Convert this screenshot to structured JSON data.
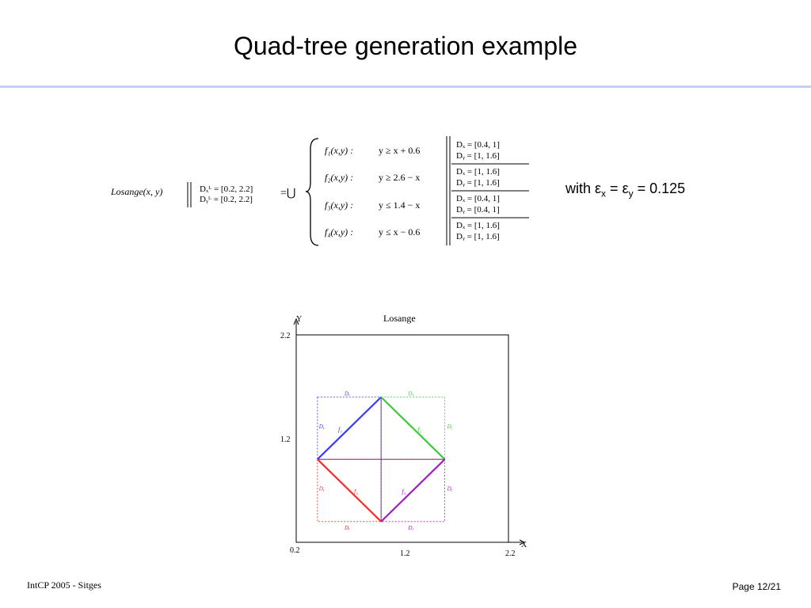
{
  "slide": {
    "title": "Quad-tree generation example",
    "footer_left": "IntCP 2005 - Sitges",
    "footer_right": "Page 12/21"
  },
  "formula": {
    "lhs": "Losange(x, y)",
    "domain_lines": [
      "Dₓᴸ = [0.2, 2.2]",
      "Dᵧᴸ = [0.2, 2.2]"
    ],
    "equals_union": "=⋃",
    "constraints": [
      {
        "name": "f₁(x,y) :",
        "expr": "y ≥ x + 0.6",
        "dx": "Dₓ = [0.4, 1]",
        "dy": "Dᵧ = [1, 1.6]"
      },
      {
        "name": "f₂(x,y) :",
        "expr": "y ≥ 2.6 − x",
        "dx": "Dₓ = [1, 1.6]",
        "dy": "Dᵧ = [1, 1.6]"
      },
      {
        "name": "f₃(x,y) :",
        "expr": "y ≤ 1.4 − x",
        "dx": "Dₓ = [0.4, 1]",
        "dy": "Dᵧ = [0.4, 1]"
      },
      {
        "name": "f₄(x,y) :",
        "expr": "y ≤ x − 0.6",
        "dx": "Dₓ = [1, 1.6]",
        "dy": "Dᵧ = [1, 1.6]"
      }
    ]
  },
  "epsilon": {
    "prefix": "with ",
    "eps": "ε",
    "sub_x": "x",
    "sub_y": "y",
    "eq": " = ",
    "value": " = 0.125"
  },
  "chart_data": {
    "type": "diagram",
    "title": "Losange",
    "xlabel": "X",
    "ylabel": "Y",
    "xlim": [
      0.2,
      2.2
    ],
    "ylim": [
      0.2,
      2.2
    ],
    "xticks": [
      "0.2",
      "1.2",
      "2.2"
    ],
    "yticks": [
      "1.2",
      "2.2"
    ],
    "center": [
      1.2,
      1.2
    ],
    "segments": [
      {
        "name": "f₁",
        "color": "#3b3bff",
        "from": [
          0.4,
          1.0
        ],
        "to": [
          1.0,
          1.6
        ]
      },
      {
        "name": "f₂",
        "color": "#3ec93e",
        "from": [
          1.0,
          1.6
        ],
        "to": [
          1.6,
          1.0
        ]
      },
      {
        "name": "f₃",
        "color": "#a020c0",
        "from": [
          1.0,
          0.4
        ],
        "to": [
          1.6,
          1.0
        ]
      },
      {
        "name": "f₄",
        "color": "#ff2a2a",
        "from": [
          0.4,
          1.0
        ],
        "to": [
          1.0,
          0.4
        ]
      }
    ],
    "boxes": [
      {
        "color": "#3b3bff",
        "x": [
          0.4,
          1.0
        ],
        "y": [
          1.0,
          1.6
        ],
        "dx_label": "Dₓ",
        "dy_label": "Dᵧ"
      },
      {
        "color": "#3ec93e",
        "x": [
          1.0,
          1.6
        ],
        "y": [
          1.0,
          1.6
        ],
        "dx_label": "Dₓ",
        "dy_label": "Dᵧ"
      },
      {
        "color": "#a020c0",
        "x": [
          1.0,
          1.6
        ],
        "y": [
          0.4,
          1.0
        ],
        "dx_label": "Dₓ",
        "dy_label": "Dᵧ"
      },
      {
        "color": "#ff2a2a",
        "x": [
          0.4,
          1.0
        ],
        "y": [
          0.4,
          1.0
        ],
        "dx_label": "Dₓ",
        "dy_label": "Dᵧ"
      }
    ]
  }
}
